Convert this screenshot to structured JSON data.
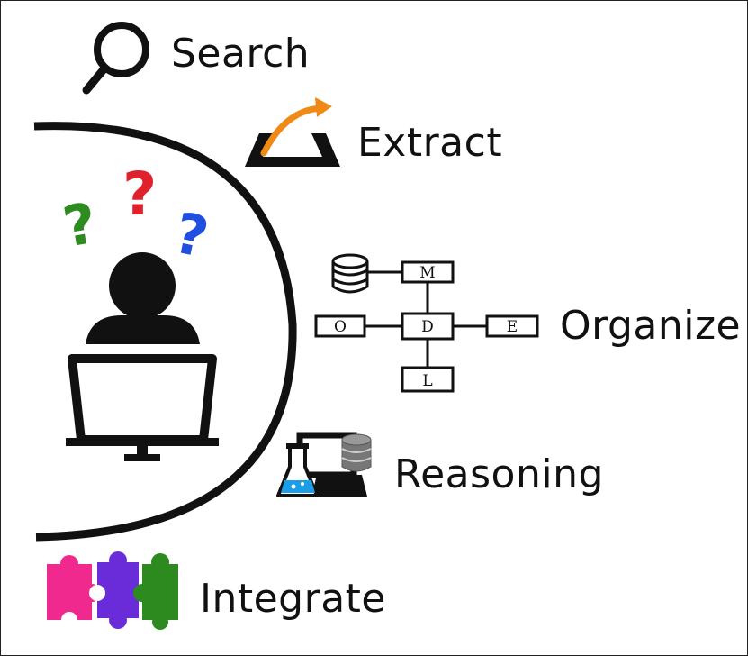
{
  "steps": {
    "search": "Search",
    "extract": "Extract",
    "organize": "Organize",
    "reasoning": "Reasoning",
    "integrate": "Integrate"
  },
  "organize_nodes": {
    "m": "M",
    "o": "O",
    "d": "D",
    "e": "E",
    "l": "L"
  },
  "question_marks": {
    "left": "?",
    "center": "?",
    "right": "?"
  },
  "colors": {
    "qmark_left": "#2e8b1f",
    "qmark_center": "#e0202a",
    "qmark_right": "#1f4fe0",
    "extract_arrow": "#ef8a17",
    "flask_liquid": "#1a9ee8",
    "puzzle_pink": "#f0298f",
    "puzzle_purple": "#6a2bd8",
    "puzzle_green": "#2c8a1e"
  }
}
